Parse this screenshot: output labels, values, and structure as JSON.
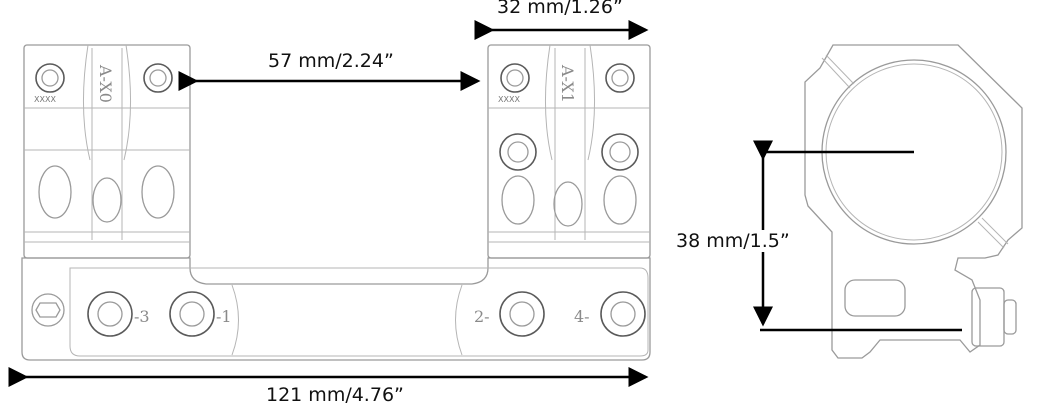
{
  "dimensions": {
    "ring_width": "32 mm/1.26”",
    "ring_spacing": "57 mm/2.24”",
    "overall_length": "121 mm/4.76”",
    "center_height": "38 mm/1.5”"
  },
  "part_markings": {
    "front_ring": "A-X0",
    "rear_ring": "A-X1",
    "serial_left": "XXXX",
    "serial_right": "XXXX",
    "screw_labels": [
      "-3",
      "-1",
      "2-",
      "4-"
    ]
  },
  "colors": {
    "outline": "#9a9a9a",
    "dimension": "#000000"
  }
}
